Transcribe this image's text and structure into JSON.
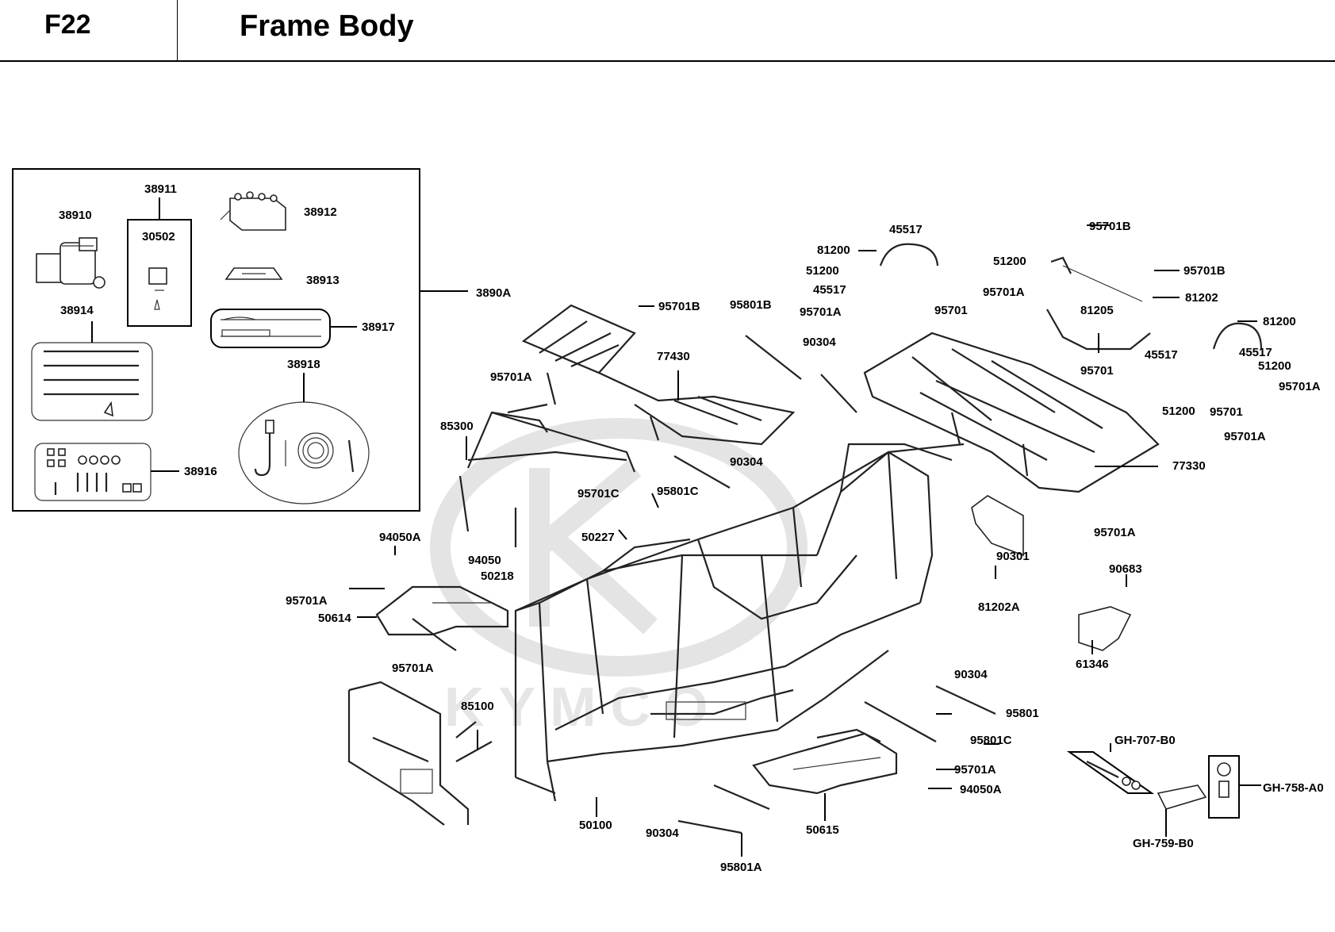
{
  "header": {
    "code": "F22",
    "title": "Frame Body"
  },
  "watermark": {
    "brand": "KYMCO"
  },
  "labels": {
    "kit": "3890A",
    "winch": "38910",
    "switch_assy": "38911",
    "switch": "30502",
    "relay": "38912",
    "bracket": "38913",
    "cables": "38914",
    "hardware": "38916",
    "manual": "38917",
    "hook_cable": "38918",
    "front_rack": "77430",
    "rear_rack": "77330",
    "front_guard": "85300",
    "front_bumper": "85100",
    "frame": "50100",
    "footrest_l": "50614",
    "footrest_r": "50615",
    "bracket_50227": "50227",
    "bracket_50218": "50218",
    "handle_a": "81200",
    "handle_b": "81200",
    "handle_81205": "81205",
    "plate_81202": "81202",
    "plate_81202a": "81202A",
    "cover_61346": "61346",
    "screw_90683": "90683",
    "clip_45517_a": "45517",
    "clip_45517_b": "45517",
    "clip_45517_c": "45517",
    "clip_45517_d": "45517",
    "clamp_51200_a": "51200",
    "clamp_51200_b": "51200",
    "clamp_51200_c": "51200",
    "clamp_51200_d": "51200",
    "bolt_95701_a": "95701",
    "bolt_95701_b": "95701",
    "bolt_95701_c": "95701",
    "bolt_95701a_1": "95701A",
    "bolt_95701a_2": "95701A",
    "bolt_95701a_3": "95701A",
    "bolt_95701a_4": "95701A",
    "bolt_95701a_5": "95701A",
    "bolt_95701a_6": "95701A",
    "bolt_95701a_7": "95701A",
    "bolt_95701a_8": "95701A",
    "bolt_95701a_9": "95701A",
    "bolt_95701b_1": "95701B",
    "bolt_95701b_2": "95701B",
    "bolt_95701b_3": "95701B",
    "bolt_95701c": "95701C",
    "bolt_95801": "95801",
    "bolt_95801a": "95801A",
    "bolt_95801b": "95801B",
    "bolt_95801c_1": "95801C",
    "bolt_95801c_2": "95801C",
    "nut_90304_1": "90304",
    "nut_90304_2": "90304",
    "nut_90304_3": "90304",
    "nut_90304_4": "90304",
    "nut_90301": "90301",
    "nut_94050": "94050",
    "nut_94050a_1": "94050A",
    "nut_94050a_2": "94050A",
    "hitch_707": "GH-707-B0",
    "hitch_759": "GH-759-B0",
    "hitch_758": "GH-758-A0"
  }
}
